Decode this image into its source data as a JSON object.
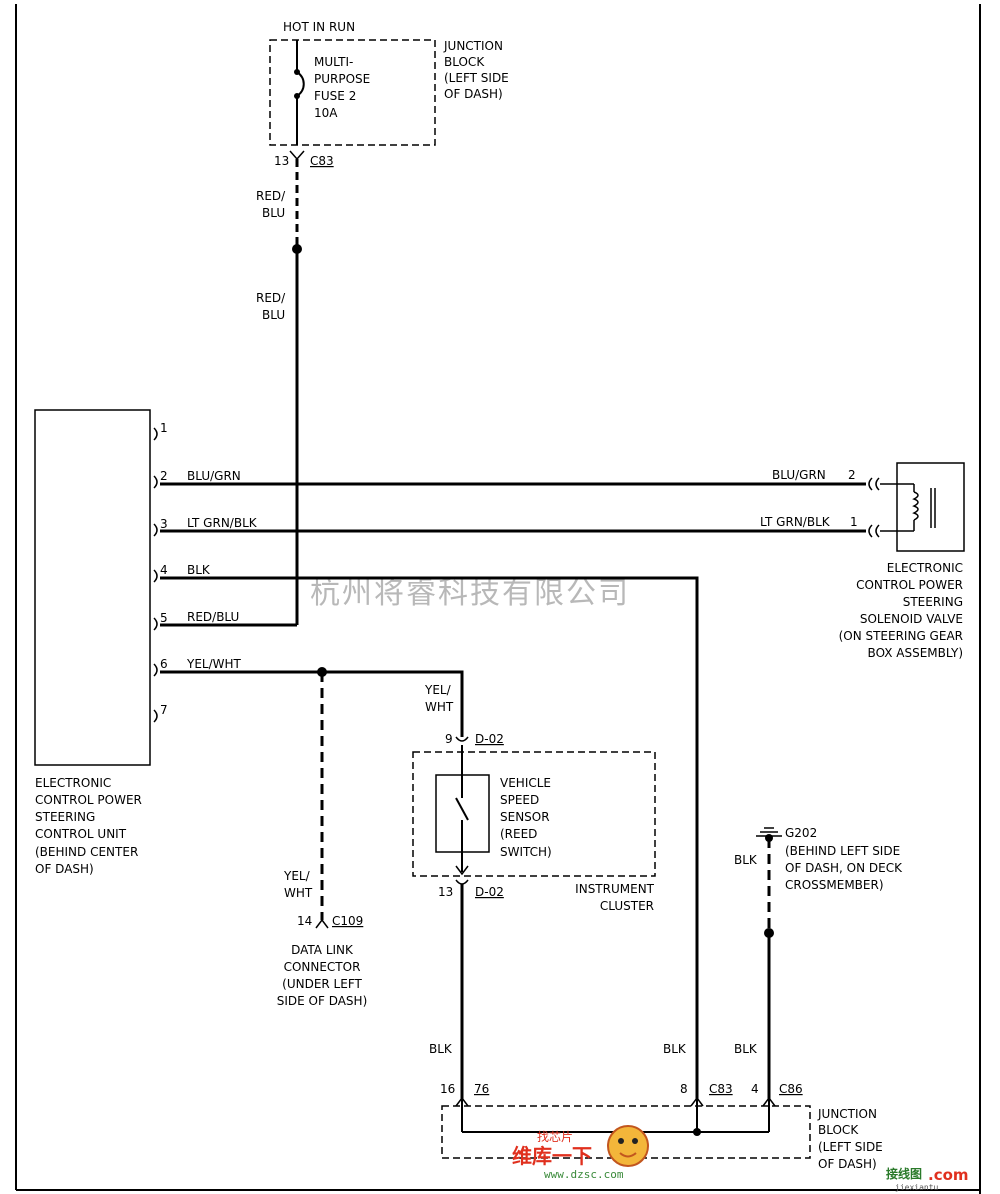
{
  "header": {
    "hot_in_run": "HOT IN RUN"
  },
  "fuse_box": {
    "fuse_lines": [
      "MULTI-",
      "PURPOSE",
      "FUSE 2",
      "10A"
    ],
    "block_label": [
      "JUNCTION",
      "BLOCK",
      "(LEFT SIDE",
      "OF DASH)"
    ],
    "pin": "13",
    "connector": "C83"
  },
  "wires": {
    "red_blu_1": [
      "RED/",
      "BLU"
    ],
    "red_blu_2": [
      "RED/",
      "BLU"
    ],
    "yel_wht_1": [
      "YEL/",
      "WHT"
    ],
    "yel_wht_2": [
      "YEL/",
      "WHT"
    ],
    "blk_ground": "BLK",
    "blk_1": "BLK",
    "blk_2": "BLK",
    "blk_3": "BLK"
  },
  "control_unit": {
    "pins": [
      "1",
      "2",
      "3",
      "4",
      "5",
      "6",
      "7"
    ],
    "wire_labels": [
      "BLU/GRN",
      "LT GRN/BLK",
      "BLK",
      "RED/BLU",
      "YEL/WHT"
    ],
    "name": [
      "ELECTRONIC",
      "CONTROL POWER",
      "STEERING",
      "CONTROL UNIT",
      "(BEHIND CENTER",
      "OF DASH)"
    ]
  },
  "solenoid": {
    "wire_labels": [
      "BLU/GRN",
      "LT GRN/BLK"
    ],
    "pins": [
      "2",
      "1"
    ],
    "name": [
      "ELECTRONIC",
      "CONTROL POWER",
      "STEERING",
      "SOLENOID VALVE",
      "(ON STEERING GEAR",
      "BOX ASSEMBLY)"
    ]
  },
  "speed_sensor": {
    "pin_top": "9",
    "connector_top": "D-02",
    "name": [
      "VEHICLE",
      "SPEED",
      "SENSOR",
      "(REED",
      "SWITCH)"
    ],
    "pin_bottom": "13",
    "connector_bottom": "D-02",
    "cluster_label": [
      "INSTRUMENT",
      "CLUSTER"
    ]
  },
  "dlc": {
    "pin": "14",
    "connector": "C109",
    "name": [
      "DATA LINK",
      "CONNECTOR",
      "(UNDER LEFT",
      "SIDE OF DASH)"
    ]
  },
  "ground": {
    "id": "G202",
    "location": [
      "(BEHIND LEFT SIDE",
      "OF DASH, ON DECK",
      "CROSSMEMBER)"
    ]
  },
  "junction_block_bottom": {
    "pins": [
      "16",
      "8",
      "4"
    ],
    "connectors": [
      "76",
      "C83",
      "C86"
    ],
    "label": [
      "JUNCTION",
      "BLOCK",
      "(LEFT SIDE",
      "OF DASH)"
    ]
  },
  "watermark": "杭州将睿科技有限公司",
  "logos": {
    "dzsc_top": "找芯片",
    "dzsc_mid": "维库一下",
    "dzsc_url": "www.dzsc.com",
    "jiexiantu_cn": "接线图",
    "jiexiantu_dot": ".com",
    "jiexiantu_url": "jiexiantu"
  },
  "colors": {
    "line": "#000000",
    "watermark": "#b8b8b8",
    "logo_red": "#e0301e",
    "logo_green": "#2a7a2a"
  }
}
